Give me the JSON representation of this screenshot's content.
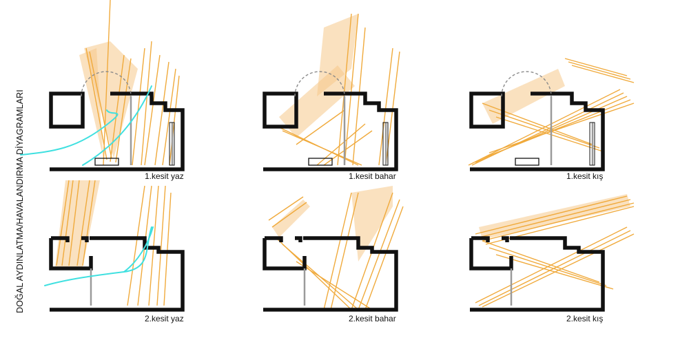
{
  "title": "DOĞAL AYDINLATMA/HAVALANDIRMA DİYAGRAMLARI",
  "colors": {
    "wall": "#111111",
    "ray": "#f0aa3c",
    "beam": "#f5c98a",
    "wind": "#3fe0e0",
    "post": "#9a9a9a",
    "dome": "#8a8a8a"
  },
  "panels": [
    {
      "caption": "1.kesit yaz",
      "variant": "s1",
      "season": "summer"
    },
    {
      "caption": "1.kesit bahar",
      "variant": "s1",
      "season": "spring"
    },
    {
      "caption": "1.kesit kış",
      "variant": "s1",
      "season": "winter"
    },
    {
      "caption": "2.kesit yaz",
      "variant": "s2",
      "season": "summer"
    },
    {
      "caption": "2.kesit bahar",
      "variant": "s2",
      "season": "spring"
    },
    {
      "caption": "2.kesit kış",
      "variant": "s2",
      "season": "winter"
    }
  ]
}
